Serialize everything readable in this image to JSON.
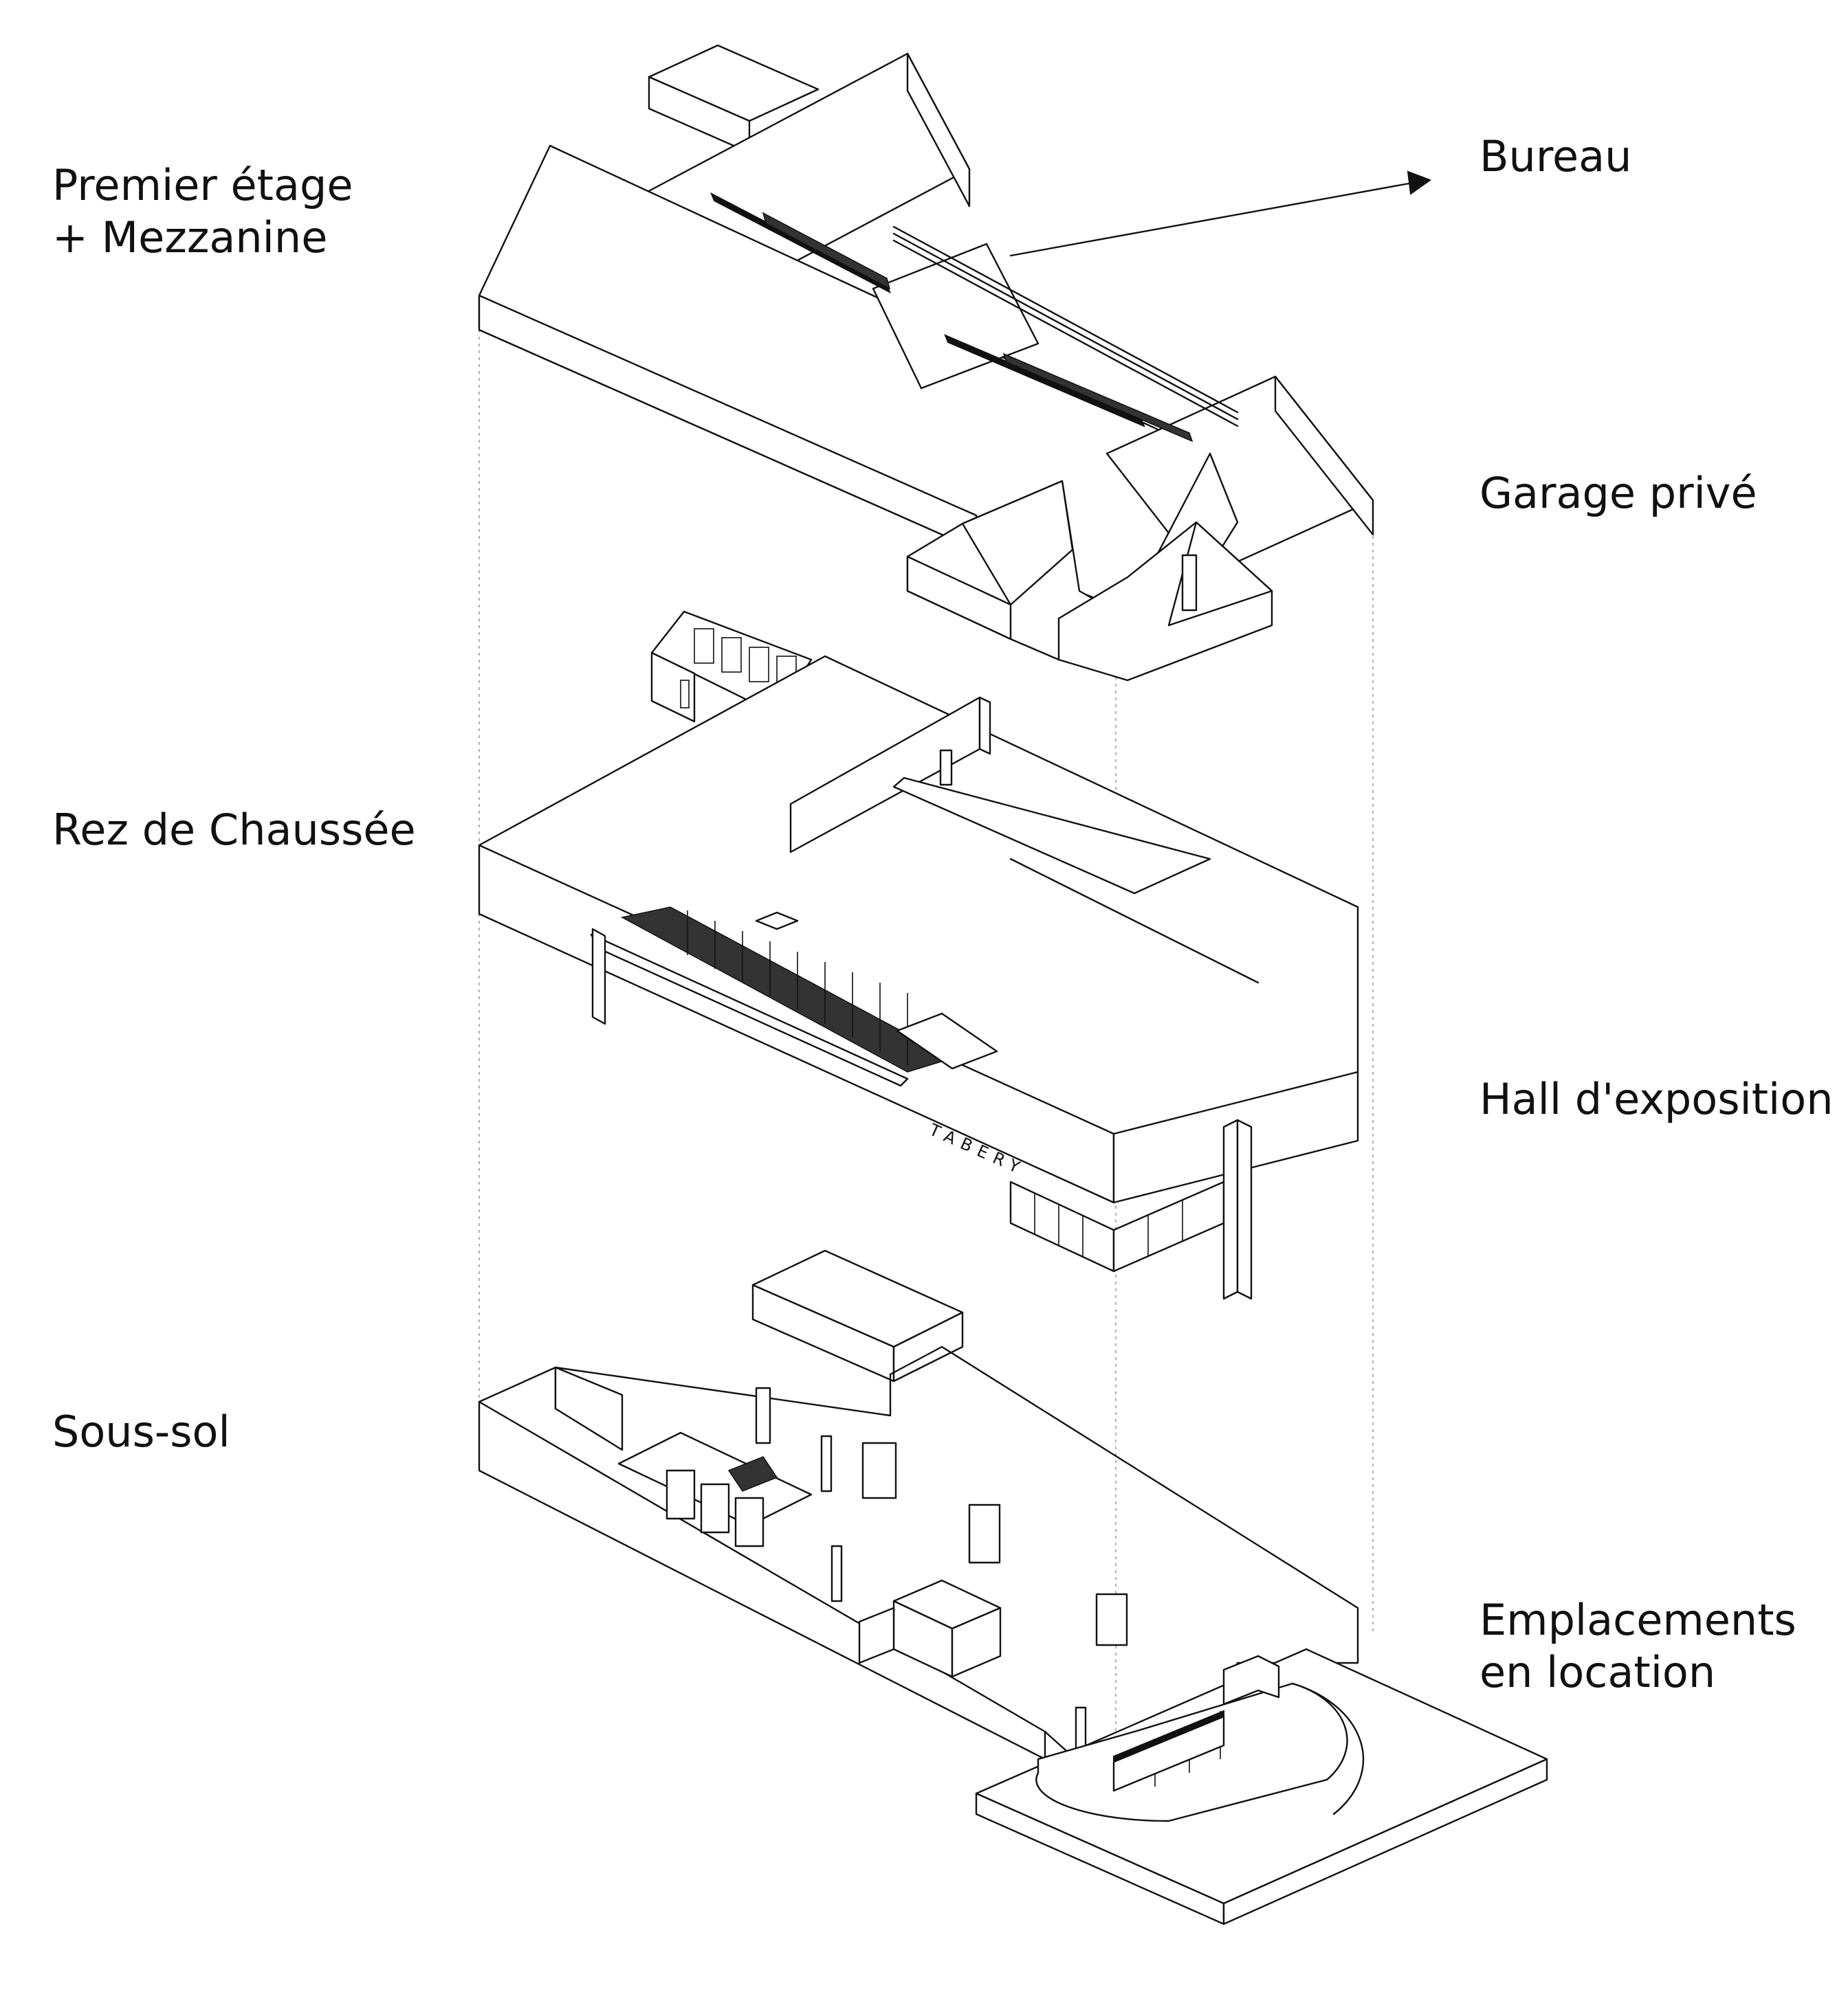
{
  "levels": {
    "premier": {
      "line1": "Premier étage",
      "line2": "+ Mezzanine"
    },
    "rez": {
      "title": "Rez de Chaussée"
    },
    "sous_sol": {
      "title": "Sous-sol"
    }
  },
  "zones": {
    "bureau": "Bureau",
    "garage": "Garage privé",
    "hall": "Hall d'exposition",
    "emplacements": {
      "line1": "Emplacements",
      "line2": "en location"
    }
  },
  "facade_signage": "TABERY",
  "colors": {
    "line": "#111111",
    "background": "#ffffff",
    "guide": "#9a9a9a"
  }
}
